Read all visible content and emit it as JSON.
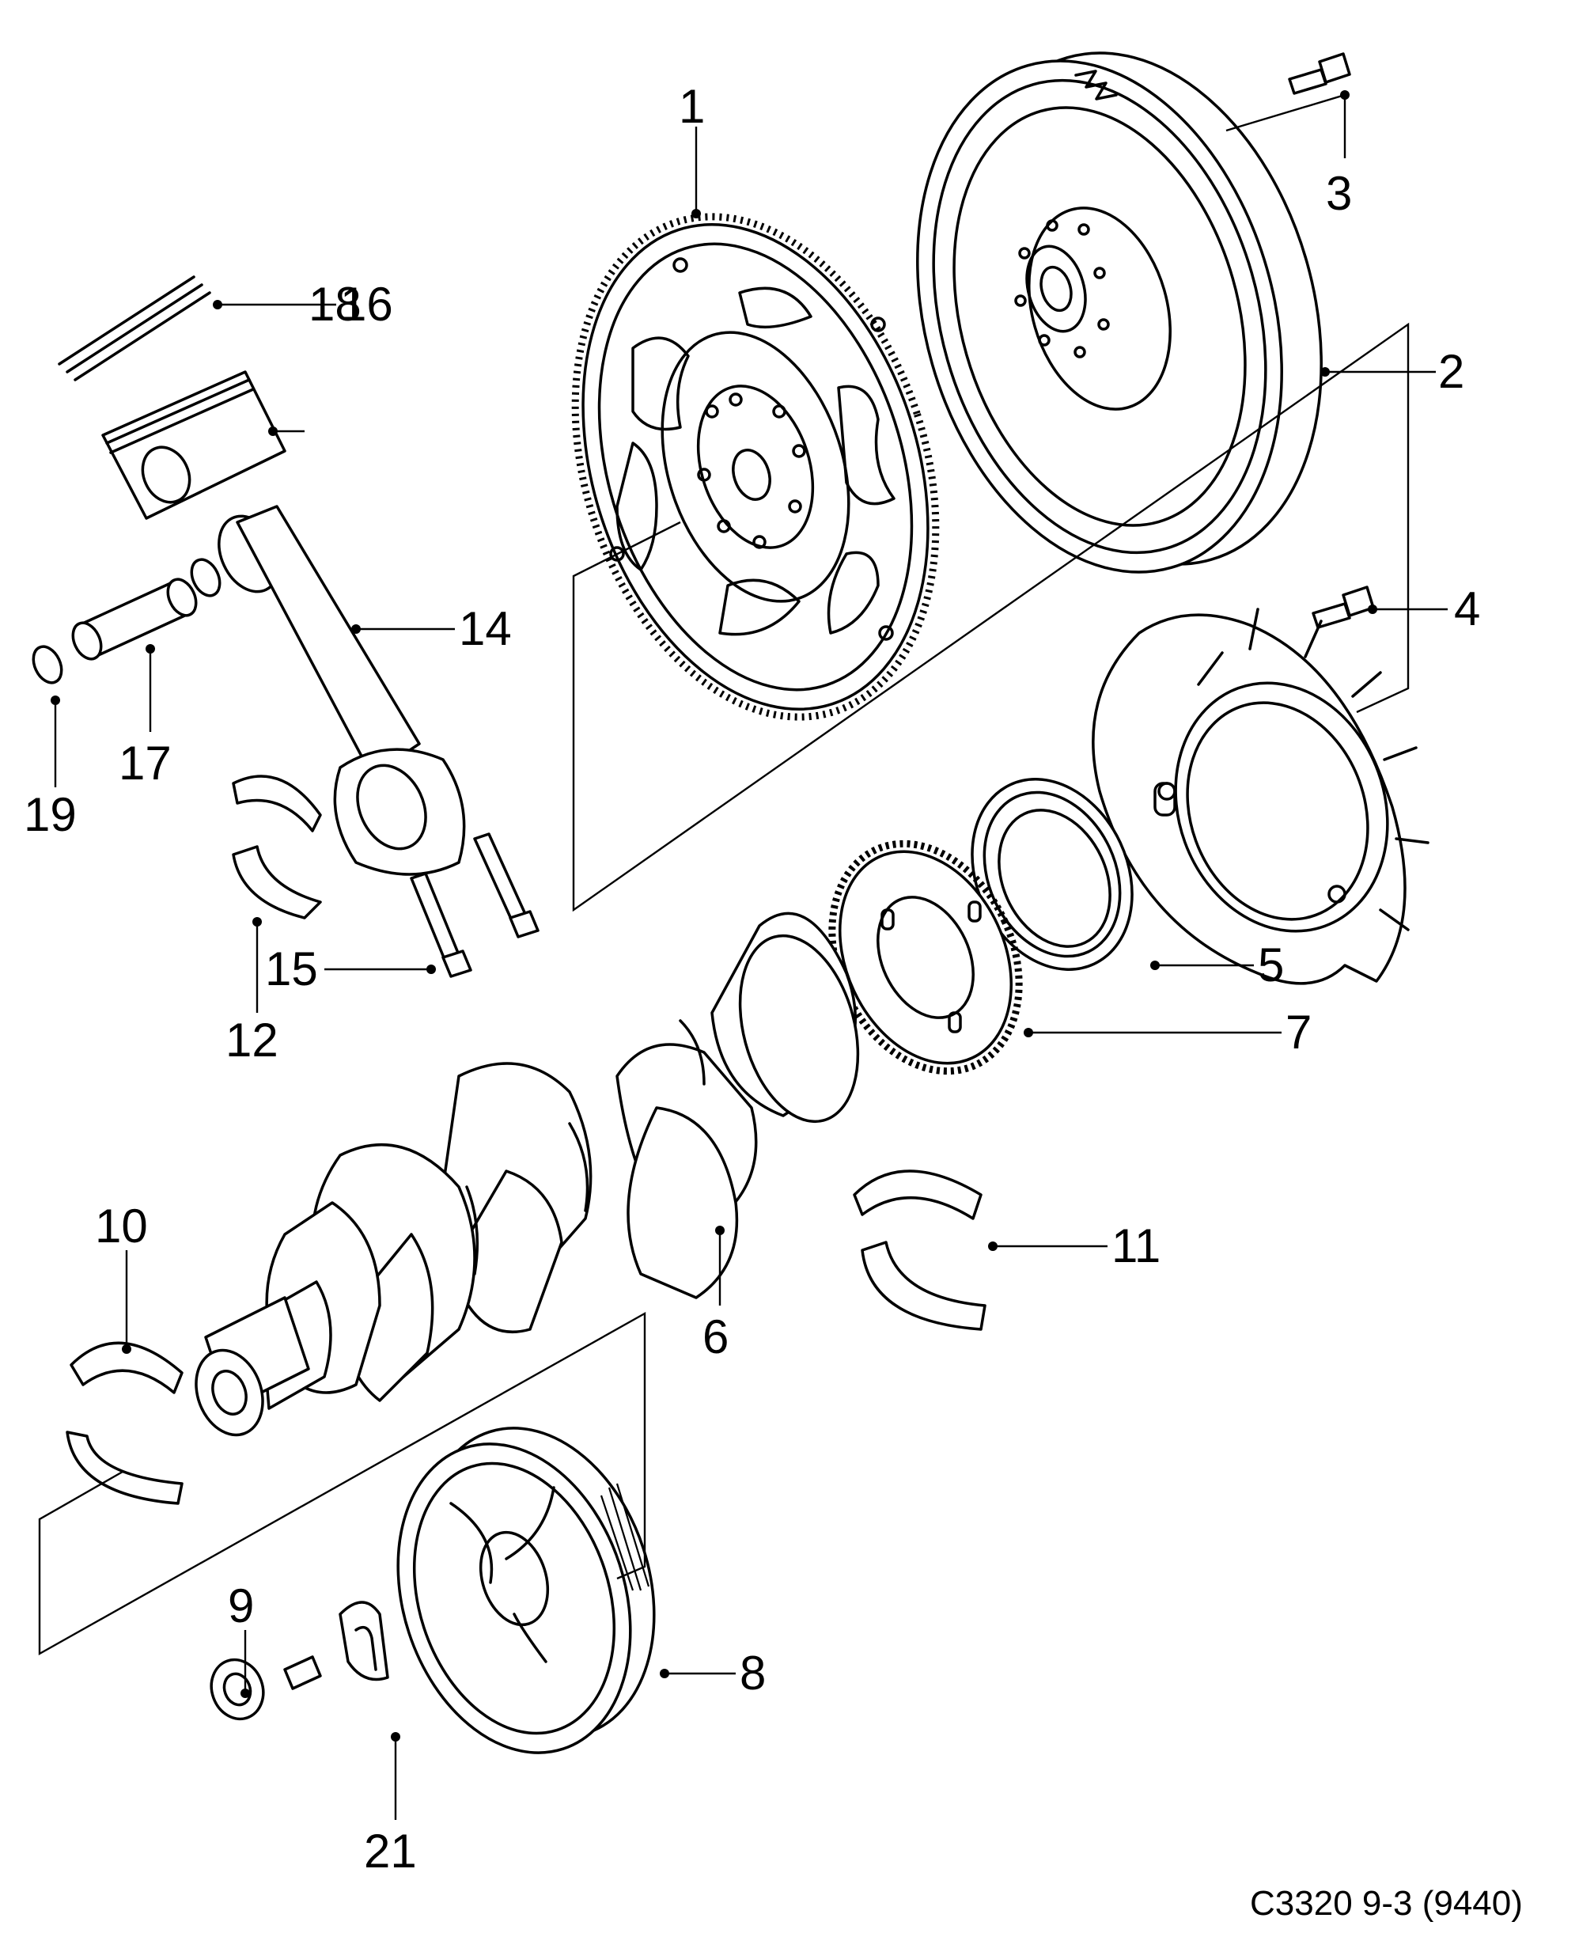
{
  "reference": "C3320 9-3 (9440)",
  "callouts": {
    "c1": "1",
    "c2": "2",
    "c3": "3",
    "c4": "4",
    "c5": "5",
    "c6": "6",
    "c7": "7",
    "c8": "8",
    "c9": "9",
    "c10": "10",
    "c11": "11",
    "c12": "12",
    "c14": "14",
    "c15": "15",
    "c16": "16",
    "c17": "17",
    "c18": "18",
    "c19": "19",
    "c21": "21"
  }
}
